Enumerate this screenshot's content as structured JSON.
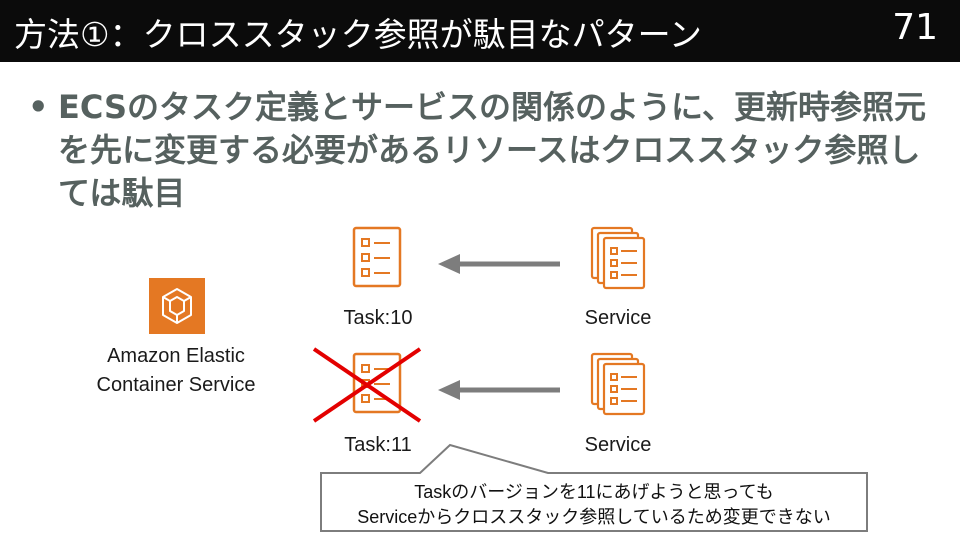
{
  "slide": {
    "title": "方法①：クロススタック参照が駄目なパターン",
    "page_number": "71"
  },
  "bullet": {
    "marker": "•",
    "text": "ECSのタスク定義とサービスの関係のように、更新時参照元を先に変更する必要があるリソースはクロススタック参照しては駄目"
  },
  "diagram": {
    "ecs_label": "Amazon Elastic Container Service",
    "task_1_label": "Task:10",
    "task_2_label": "Task:11",
    "service_1_label": "Service",
    "service_2_label": "Service",
    "callout_line_1": "Taskのバージョンを11にあげようと思っても",
    "callout_line_2": "Serviceからクロススタック参照しているため変更できない"
  },
  "colors": {
    "header_bg": "#0b0b0b",
    "aws_orange": "#e47823",
    "cross_red": "#e30000",
    "arrow_gray": "#7d7d7d",
    "bullet_text": "#56615f"
  }
}
